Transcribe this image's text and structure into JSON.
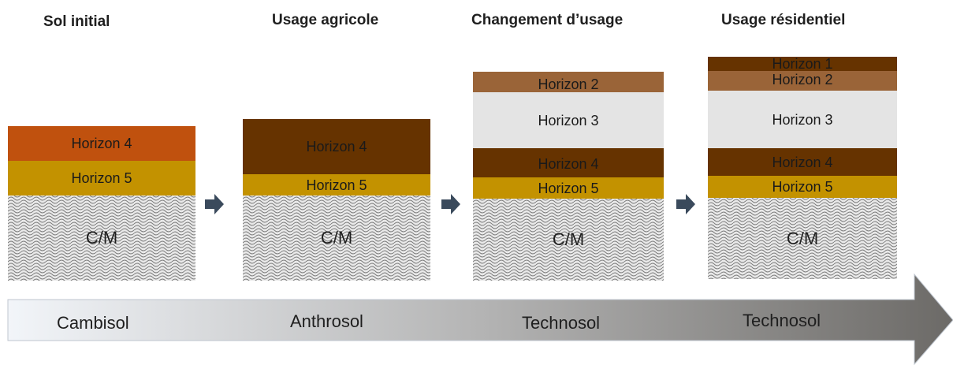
{
  "colors": {
    "orange_brown": "#c0510e",
    "ochre": "#c39200",
    "dark_brown": "#663300",
    "light_brown": "#9a6438",
    "light_grey": "#e4e4e4",
    "arrow_navy": "#3a4a5c"
  },
  "stages": [
    {
      "title": "Sol initial",
      "layers": [
        {
          "label": "Horizon 4",
          "color": "#c0510e"
        },
        {
          "label": "Horizon 5",
          "color": "#c39200"
        }
      ],
      "bedrock": "C/M",
      "soil_type": "Cambisol"
    },
    {
      "title": "Usage agricole",
      "layers": [
        {
          "label": "Horizon 4",
          "color": "#663300"
        },
        {
          "label": "Horizon 5",
          "color": "#c39200"
        }
      ],
      "bedrock": "C/M",
      "soil_type": "Anthrosol"
    },
    {
      "title": "Changement d’usage",
      "layers": [
        {
          "label": "Horizon 2",
          "color": "#9a6438"
        },
        {
          "label": "Horizon 3",
          "color": "#e4e4e4"
        },
        {
          "label": "Horizon 4",
          "color": "#663300"
        },
        {
          "label": "Horizon 5",
          "color": "#c39200"
        }
      ],
      "bedrock": "C/M",
      "soil_type": "Technosol"
    },
    {
      "title": "Usage résidentiel",
      "layers": [
        {
          "label": "Horizon 1",
          "color": "#663300"
        },
        {
          "label": "Horizon 2",
          "color": "#9a6438"
        },
        {
          "label": "Horizon 3",
          "color": "#e4e4e4"
        },
        {
          "label": "Horizon 4",
          "color": "#663300"
        },
        {
          "label": "Horizon 5",
          "color": "#c39200"
        }
      ],
      "bedrock": "C/M",
      "soil_type": "Technosol"
    }
  ]
}
